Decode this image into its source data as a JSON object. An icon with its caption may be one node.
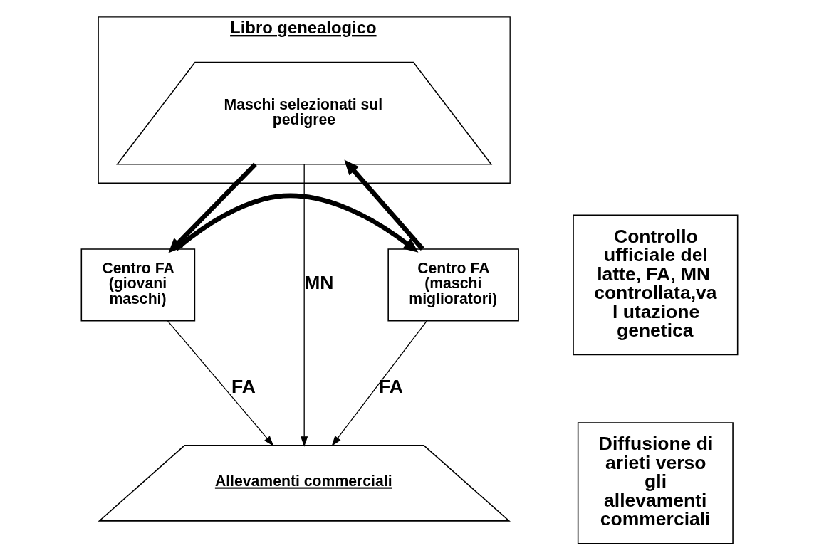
{
  "diagram": {
    "nodes": [
      {
        "text": [
          "Libro genealogico"
        ]
      },
      {
        "text": [
          "Maschi selezionati sul pedigree"
        ],
        "in": 0
      },
      {
        "text": [
          "Centro FA (giovani maschi)"
        ]
      },
      {
        "text": [
          "Centro FA (maschi miglioratori)"
        ]
      },
      {
        "text": [
          "Allevamenti commerciali"
        ]
      },
      {
        "text": [
          "Controllo ufficiale del latte, FA, MN controllata,val utazione genetica"
        ]
      },
      {
        "text": [
          "Diffusione di arieti verso gli allevamenti commerciali"
        ]
      }
    ],
    "edges": [
      {
        "from": 1,
        "to": 2,
        "arrow": "to",
        "style": "thick"
      },
      {
        "from": 2,
        "to": 3,
        "arrow": "to",
        "style": "thick"
      },
      {
        "from": 3,
        "to": 1,
        "arrow": "to",
        "style": "thick"
      },
      {
        "from": 1,
        "to": 4,
        "arrow": "to",
        "label": "MN"
      },
      {
        "from": 2,
        "to": 4,
        "arrow": "to",
        "label": "FA"
      },
      {
        "from": 3,
        "to": 4,
        "arrow": "to",
        "label": "FA"
      }
    ]
  }
}
